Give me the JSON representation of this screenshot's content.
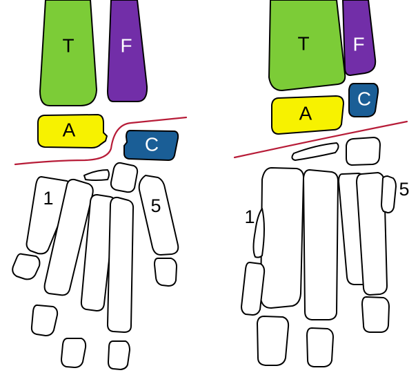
{
  "colors": {
    "tibia": "#7ccc37",
    "fibula": "#722ea8",
    "astragalus": "#f7f200",
    "calcaneum": "#1a5e96",
    "amputation_line": "#b71c38",
    "background": "#ffffff",
    "outline": "#000000"
  },
  "left_foot": {
    "tibia_label": "T",
    "fibula_label": "F",
    "astragalus_label": "A",
    "calcaneum_label": "C",
    "digit_1_label": "1",
    "digit_5_label": "5"
  },
  "right_foot": {
    "tibia_label": "T",
    "fibula_label": "F",
    "astragalus_label": "A",
    "calcaneum_label": "C",
    "digit_1_label": "1",
    "digit_5_label": "5"
  }
}
